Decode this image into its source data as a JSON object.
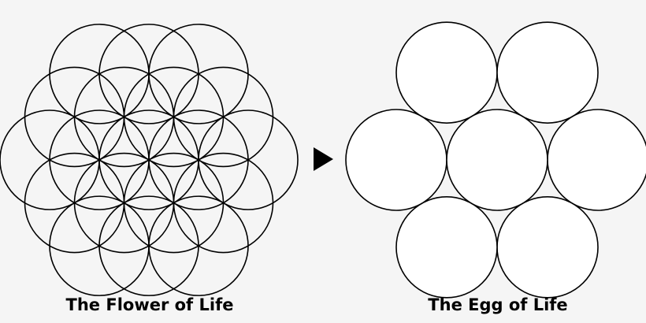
{
  "diagram": {
    "left": {
      "name": "flower-of-life",
      "caption": "The Flower of Life",
      "circle_count": 19,
      "fill": "none",
      "stroke": "#000000"
    },
    "arrow": {
      "icon": "play-triangle-icon",
      "color": "#000000"
    },
    "right": {
      "name": "egg-of-life",
      "caption": "The Egg of Life",
      "circle_count": 7,
      "fill": "#ffffff",
      "stroke": "#000000"
    }
  },
  "colors": {
    "background": "#f5f5f5",
    "line": "#000000",
    "circle_fill": "#ffffff"
  }
}
